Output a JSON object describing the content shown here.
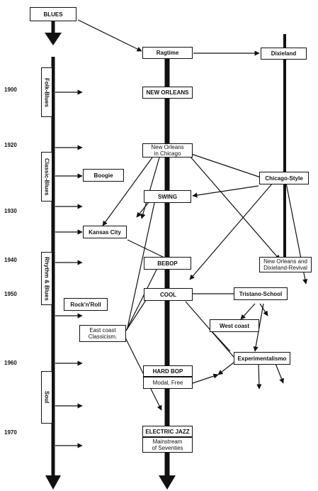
{
  "timeline": {
    "years": [
      "1900",
      "1920",
      "1930",
      "1940",
      "1950",
      "1960",
      "1970"
    ],
    "periods": [
      "Folk-Blues",
      "Classic-Blues",
      "Rhythm & Blues",
      "Soul"
    ]
  },
  "styles": {
    "blues": "BLUES",
    "ragtime": "Ragtime",
    "dixieland": "Dixieland",
    "new_orleans": "NEW ORLEANS",
    "new_orleans_chicago": "New Orleans\nin Chicago",
    "boogie": "Boogie",
    "chicago_style": "Chicago-Style",
    "swing": "SWING",
    "kansas_city": "Kansas City",
    "bebop": "BEBOP",
    "revival": "New Orleans and\nDixieland-Revival",
    "rock_n_roll": "Rock'n'Roll",
    "cool": "COOL",
    "tristano": "Tristano-School",
    "east_coast": "East coast\nClassicism.",
    "west_coast": "West coast",
    "experimentalismo": "Experimentalismo",
    "hard_bop": "HARD BOP",
    "modal_free": "Modal, Free",
    "electric_jazz": "ELECTRIC JAZZ",
    "mainstream": "Mainstream\nof Seventies"
  }
}
